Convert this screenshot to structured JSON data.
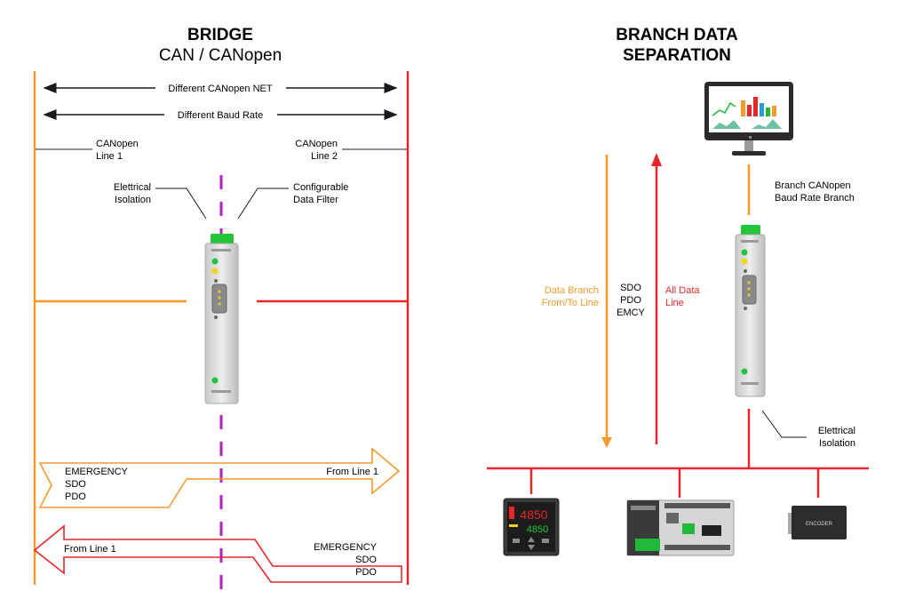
{
  "bridge": {
    "title": "BRIDGE",
    "subtitle": "CAN / CANopen",
    "arrow_net": "Different CANopen NET",
    "arrow_baud": "Different Baud Rate",
    "line1": [
      "CANopen",
      "Line 1"
    ],
    "line2": [
      "CANopen",
      "Line 2"
    ],
    "isolation": [
      "Elettrical",
      "Isolation"
    ],
    "filter": [
      "Configurable",
      "Data Filter"
    ],
    "top_arrow_left": [
      "EMERGENCY",
      "SDO",
      "PDO"
    ],
    "top_arrow_right": "From Line 1",
    "bottom_arrow_left": "From Line 1",
    "bottom_arrow_right": [
      "EMERGENCY",
      "SDO",
      "PDO"
    ]
  },
  "branch": {
    "title": [
      "BRANCH DATA",
      "SEPARATION"
    ],
    "monitor_label": [
      "Branch CANopen",
      "Baud Rate Branch"
    ],
    "data_branch": [
      "Data Branch",
      "From/To Line"
    ],
    "protocols": [
      "SDO",
      "PDO",
      "EMCY"
    ],
    "all_data": [
      "All Data",
      "Line"
    ],
    "isolation": [
      "Elettrical",
      "Isolation"
    ],
    "controller_display_top": "4850",
    "controller_display_bottom": "4850",
    "encoder_label": "ENCODER"
  },
  "colors": {
    "orange": "#f39a2b",
    "red": "#e8262a",
    "magenta": "#b01fb8",
    "green": "#22b83a"
  },
  "icons": [
    "monitor-icon",
    "gateway-device-icon",
    "temperature-controller-icon",
    "plc-icon",
    "encoder-icon"
  ]
}
